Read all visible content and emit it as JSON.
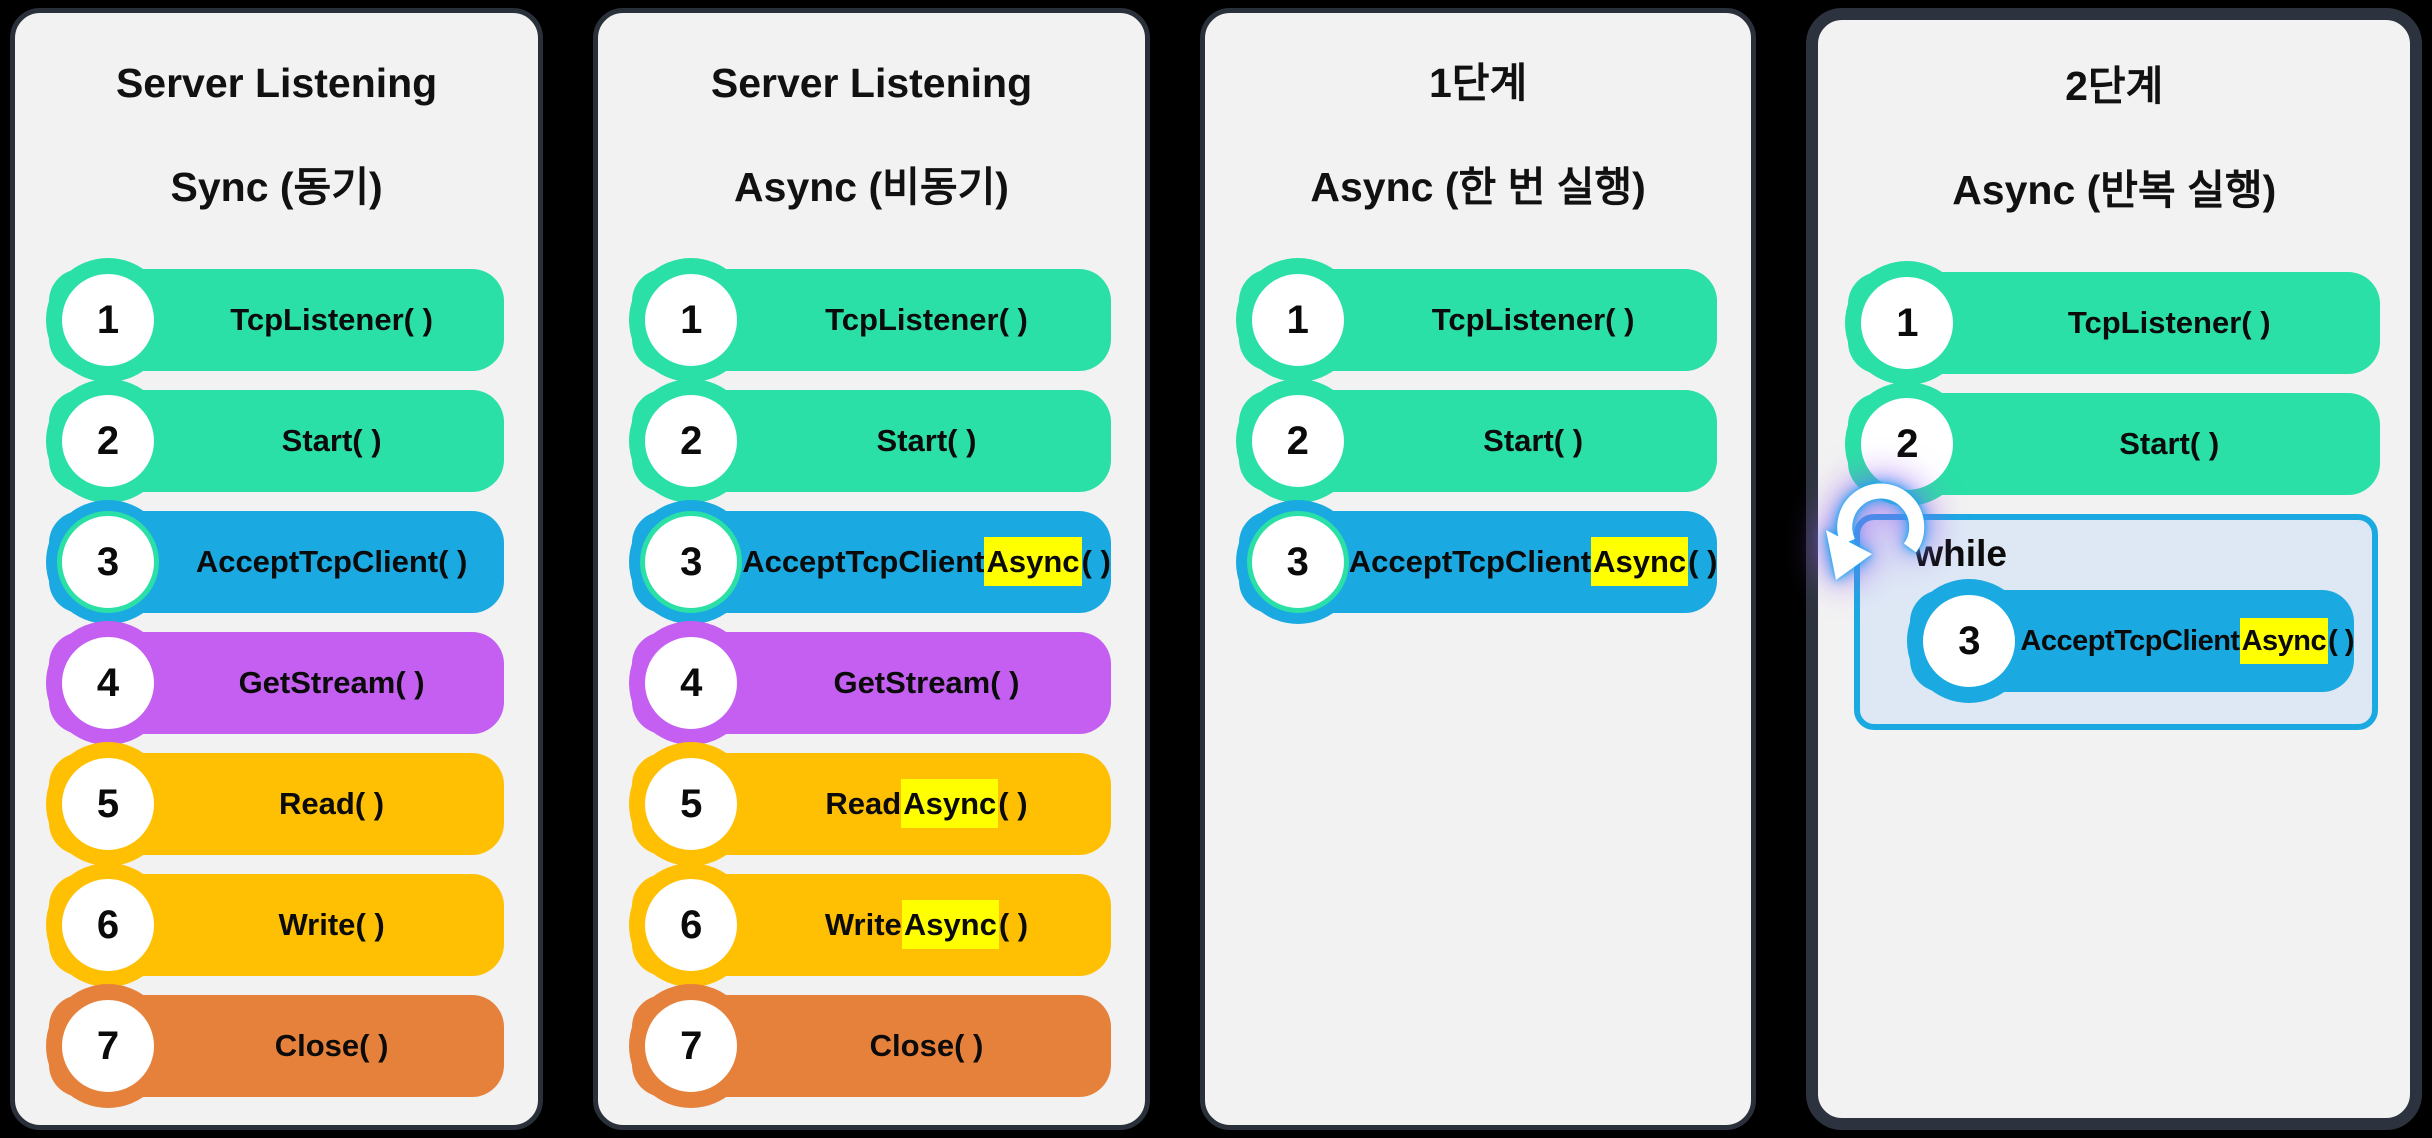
{
  "slide": {
    "description": "TCP server listening flow: sync vs async steps"
  },
  "colors": {
    "page_bg": "#000000",
    "panel_bg": "#F2F2F2",
    "outline": "#2A303A",
    "frame": "#2D333E",
    "teal": "#2AE0A6",
    "blue": "#1BA9E2",
    "purple": "#C45FF2",
    "yellow": "#FFC003",
    "orange": "#E6813B",
    "highlight": "#FFFF00",
    "while_bg": "#DEE8F5",
    "glow_blue": "#18A6F0",
    "glow_purple": "#9B5CF0",
    "text": "#111111"
  },
  "icons": {
    "loop_arrow": "counterclockwise-loop-arrow ↺"
  },
  "panels": [
    {
      "title1": "Server Listening",
      "title2": "Sync (동기)",
      "steps": [
        {
          "num": "1",
          "pre": "TcpListener",
          "hl": "",
          "post": "( )",
          "color": "teal"
        },
        {
          "num": "2",
          "pre": "Start",
          "hl": "",
          "post": "( )",
          "color": "teal"
        },
        {
          "num": "3",
          "pre": "AcceptTcpClient",
          "hl": "",
          "post": "( )",
          "color": "blue"
        },
        {
          "num": "4",
          "pre": "GetStream",
          "hl": "",
          "post": "( )",
          "color": "purple"
        },
        {
          "num": "5",
          "pre": "Read",
          "hl": "",
          "post": "( )",
          "color": "yellow"
        },
        {
          "num": "6",
          "pre": "Write",
          "hl": "",
          "post": "( )",
          "color": "yellow"
        },
        {
          "num": "7",
          "pre": "Close",
          "hl": "",
          "post": "( )",
          "color": "orange"
        }
      ]
    },
    {
      "title1": "Server Listening",
      "title2": "Async (비동기)",
      "steps": [
        {
          "num": "1",
          "pre": "TcpListener",
          "hl": "",
          "post": "( )",
          "color": "teal"
        },
        {
          "num": "2",
          "pre": "Start",
          "hl": "",
          "post": "( )",
          "color": "teal"
        },
        {
          "num": "3",
          "pre": "AcceptTcpClient",
          "hl": "Async",
          "post": "( )",
          "color": "blue"
        },
        {
          "num": "4",
          "pre": "GetStream",
          "hl": "",
          "post": "( )",
          "color": "purple"
        },
        {
          "num": "5",
          "pre": "Read",
          "hl": "Async",
          "post": "( )",
          "color": "yellow"
        },
        {
          "num": "6",
          "pre": "Write",
          "hl": "Async",
          "post": "( )",
          "color": "yellow"
        },
        {
          "num": "7",
          "pre": "Close",
          "hl": "",
          "post": "( )",
          "color": "orange"
        }
      ]
    },
    {
      "title1": "1단계",
      "title2": "Async (한 번 실행)",
      "steps": [
        {
          "num": "1",
          "pre": "TcpListener",
          "hl": "",
          "post": "( )",
          "color": "teal"
        },
        {
          "num": "2",
          "pre": "Start",
          "hl": "",
          "post": "( )",
          "color": "teal"
        },
        {
          "num": "3",
          "pre": "AcceptTcpClient",
          "hl": "Async",
          "post": "( )",
          "color": "blue"
        }
      ]
    },
    {
      "title1": "2단계",
      "title2": "Async (반복 실행)",
      "steps": [
        {
          "num": "1",
          "pre": "TcpListener",
          "hl": "",
          "post": "( )",
          "color": "teal"
        },
        {
          "num": "2",
          "pre": "Start",
          "hl": "",
          "post": "( )",
          "color": "teal"
        }
      ],
      "loop": {
        "label": "while",
        "step": {
          "num": "3",
          "pre": "AcceptTcpClient",
          "hl": "Async",
          "post": "( )",
          "color": "blue"
        }
      }
    }
  ]
}
